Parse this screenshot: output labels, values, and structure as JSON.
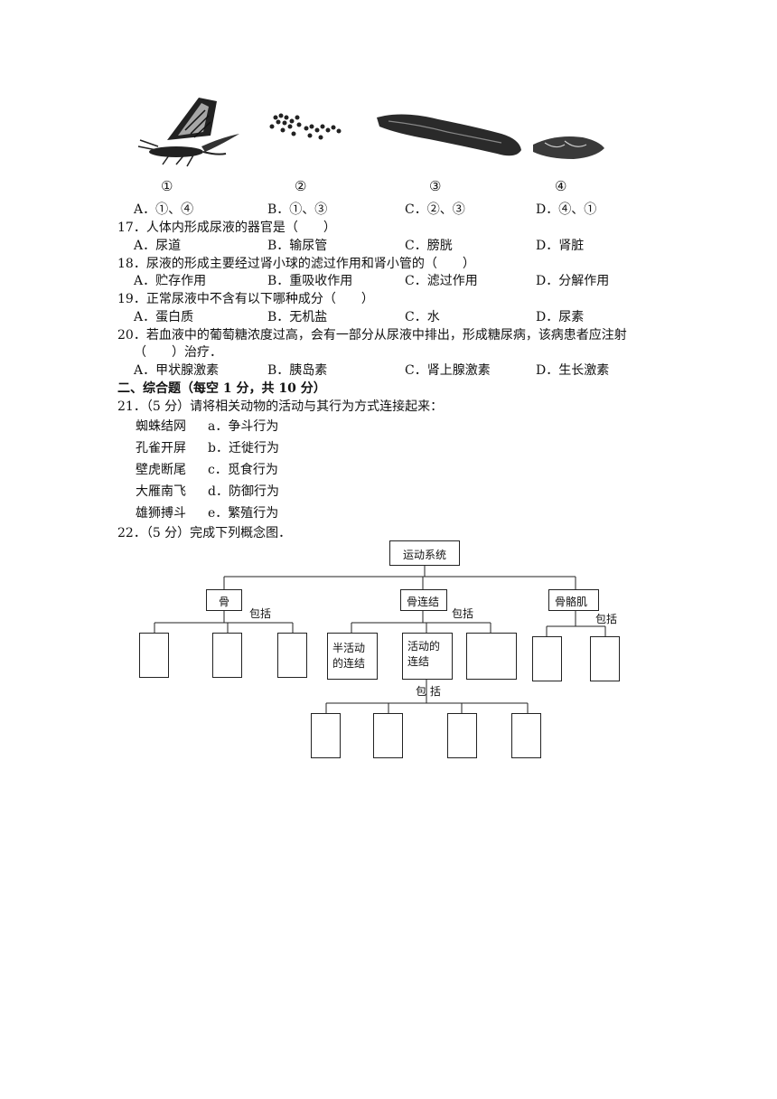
{
  "q16": {
    "image_labels": [
      "①",
      "②",
      "③",
      "④"
    ],
    "options": [
      "A．①、④",
      "B．①、③",
      "C．②、③",
      "D．④、①"
    ]
  },
  "q17": {
    "stem": "17．人体内形成尿液的器官是（　　）",
    "options": [
      "A．尿道",
      "B．输尿管",
      "C．膀胱",
      "D．肾脏"
    ]
  },
  "q18": {
    "stem": "18．尿液的形成主要经过肾小球的滤过作用和肾小管的（　　）",
    "options": [
      "A．贮存作用",
      "B．重吸收作用",
      "C．滤过作用",
      "D．分解作用"
    ]
  },
  "q19": {
    "stem": "19．正常尿液中不含有以下哪种成分（　　）",
    "options": [
      "A．蛋白质",
      "B．无机盐",
      "C．水",
      "D．尿素"
    ]
  },
  "q20": {
    "stem_line1": "20．若血液中的葡萄糖浓度过高，会有一部分从尿液中排出，形成糖尿病，该病患者应注射",
    "stem_line2": "（　　）治疗．",
    "options": [
      "A．甲状腺激素",
      "B．胰岛素",
      "C．肾上腺激素",
      "D．生长激素"
    ]
  },
  "section2": {
    "title": "二、综合题（每空 1 分，共 10 分）"
  },
  "q21": {
    "stem": "21．（5 分）请将相关动物的活动与其行为方式连接起来：",
    "pairs": [
      {
        "animal": "蜘蛛结网",
        "behavior": "a．争斗行为"
      },
      {
        "animal": "孔雀开屏",
        "behavior": "b．迁徙行为"
      },
      {
        "animal": "壁虎断尾",
        "behavior": "c．觅食行为"
      },
      {
        "animal": "大雁南飞",
        "behavior": "d．防御行为"
      },
      {
        "animal": "雄狮搏斗",
        "behavior": "e．繁殖行为"
      }
    ]
  },
  "q22": {
    "stem": "22．（5 分）完成下列概念图．",
    "root": "运动系统",
    "bone": "骨",
    "joint": "骨连结",
    "muscle": "骨骼肌",
    "include1": "包括",
    "include2": "包括",
    "include3": "包括",
    "include4": "包  括",
    "semi": "半活动的连结",
    "movable": "活动的连结"
  }
}
